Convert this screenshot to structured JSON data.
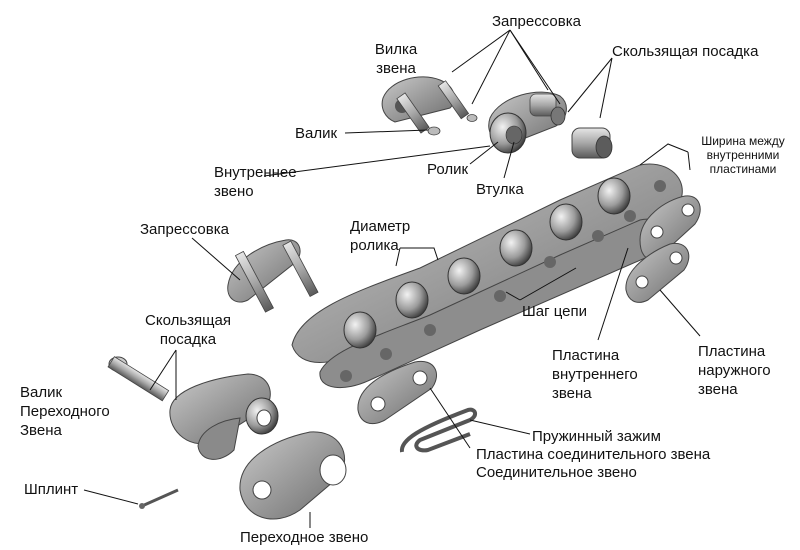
{
  "labels": {
    "pressing_top": "Запрессовка",
    "fork_link": [
      "Вилка",
      "звена"
    ],
    "sliding_fit_top": "Скользящая посадка",
    "pin": "Валик",
    "inner_link": [
      "Внутреннее",
      "звено"
    ],
    "roller": "Ролик",
    "bushing": "Втулка",
    "inner_width": [
      "Ширина между",
      "внутренними",
      "пластинами"
    ],
    "pressing_left": "Запрессовка",
    "roller_diameter": [
      "Диаметр",
      "ролика"
    ],
    "chain_pitch": "Шаг цепи",
    "sliding_fit_left": [
      "Скользящая",
      "посадка"
    ],
    "offset_pin": [
      "Валик",
      "Переходного",
      "Звена"
    ],
    "inner_plate": [
      "Пластина",
      "внутреннего",
      "звена"
    ],
    "outer_plate": [
      "Пластина",
      "наружного",
      "звена"
    ],
    "spring_clip": "Пружинный зажим",
    "connecting_plate": "Пластина соединительного звена",
    "connecting_link": "Соединительное звено",
    "cotter_pin": "Шплинт",
    "offset_link": "Переходное звено"
  },
  "colors": {
    "metal_light": "#d9d9d9",
    "metal_mid": "#9a9a9a",
    "metal_dark": "#4a4a4a",
    "leader": "#111111"
  }
}
